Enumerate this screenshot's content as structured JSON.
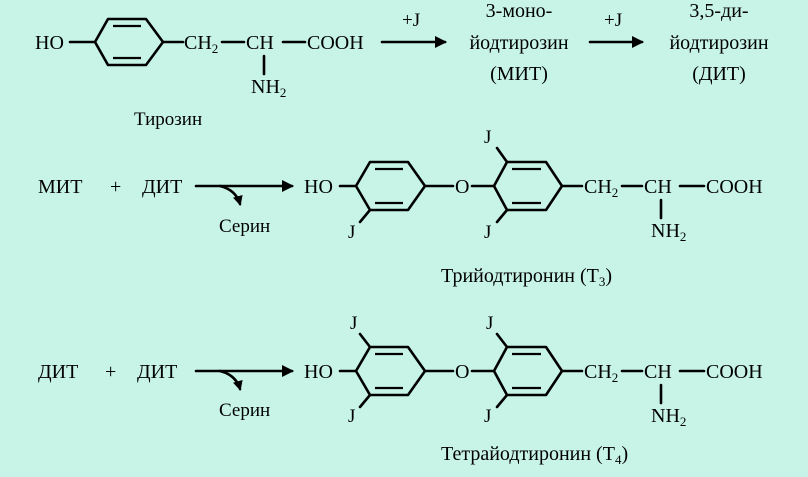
{
  "tyrosine": {
    "ho": "HO",
    "ch2": "CH",
    "ch2_sub": "2",
    "ch": "CH",
    "cooh": "COOH",
    "nh2": "NH",
    "nh2_sub": "2",
    "name": "Тирозин"
  },
  "step1": {
    "reagent": "+J",
    "product_line1": "3-моно-",
    "product_line2": "йодтирозин",
    "product_abbr": "(МИТ)"
  },
  "step2": {
    "reagent": "+J",
    "product_line1": "3,5-ди-",
    "product_line2": "йодтирозин",
    "product_abbr": "(ДИТ)"
  },
  "reaction_t3": {
    "left": "МИТ",
    "plus": "+",
    "right": "ДИТ",
    "byproduct": "Серин",
    "product_name": "Трийодтиронин (Т",
    "product_sub": "3",
    "product_close": ")"
  },
  "reaction_t4": {
    "left": "ДИТ",
    "plus": "+",
    "right": "ДИТ",
    "byproduct": "Серин",
    "product_name": "Тетрайодтиронин (Т",
    "product_sub": "4",
    "product_close": ")"
  },
  "thyronine": {
    "ho": "HO",
    "o": "O",
    "j": "J",
    "ch2": "CH",
    "ch2_sub": "2",
    "ch": "CH",
    "cooh": "COOH",
    "nh2": "NH",
    "nh2_sub": "2"
  },
  "colors": {
    "background": "#c7f4e6",
    "ink": "#000000"
  }
}
